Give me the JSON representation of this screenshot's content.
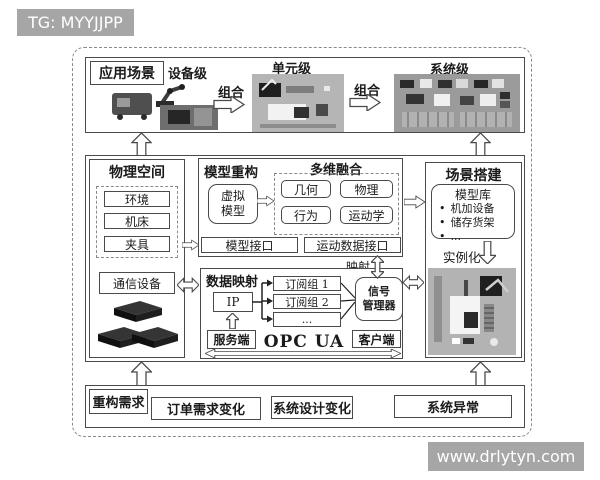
{
  "watermark": {
    "top": "TG: MYYJJPP",
    "bottom": "www.drlytyn.com"
  },
  "app_scenario": {
    "title": "应用场景",
    "device_level": "设备级",
    "unit_level": "单元级",
    "system_level": "系统级",
    "combine": "组合"
  },
  "physical_space": {
    "title": "物理空间",
    "items": [
      "环境",
      "机床",
      "夹具"
    ],
    "comm_device": "通信设备"
  },
  "model_recon": {
    "title": "模型重构",
    "virtual_model_lines": [
      "虚拟",
      "模型"
    ],
    "fusion_title": "多维融合",
    "fusion_items": [
      "几何",
      "物理",
      "行为",
      "运动学"
    ],
    "model_interface": "模型接口",
    "motion_interface": "运动数据接口"
  },
  "mapping_label": "映射",
  "data_mapping": {
    "title": "数据映射",
    "ip": "IP",
    "subs": [
      "订阅组 1",
      "订阅组 2",
      "..."
    ],
    "signal_lines": [
      "信号",
      "管理器"
    ],
    "server": "服务端",
    "protocol": "OPC UA",
    "client": "客户端"
  },
  "scene_building": {
    "title": "场景搭建",
    "library_title": "模型库",
    "bullet": "•",
    "library_items": [
      "机加设备",
      "储存货架",
      "..."
    ],
    "instantiate": "实例化"
  },
  "recon_demand": {
    "title": "重构需求",
    "items": [
      "订单需求变化",
      "系统设计变化",
      "系统异常"
    ]
  },
  "colors": {
    "badge_gray": "#a6a6a6",
    "line": "#4a4a4a"
  }
}
